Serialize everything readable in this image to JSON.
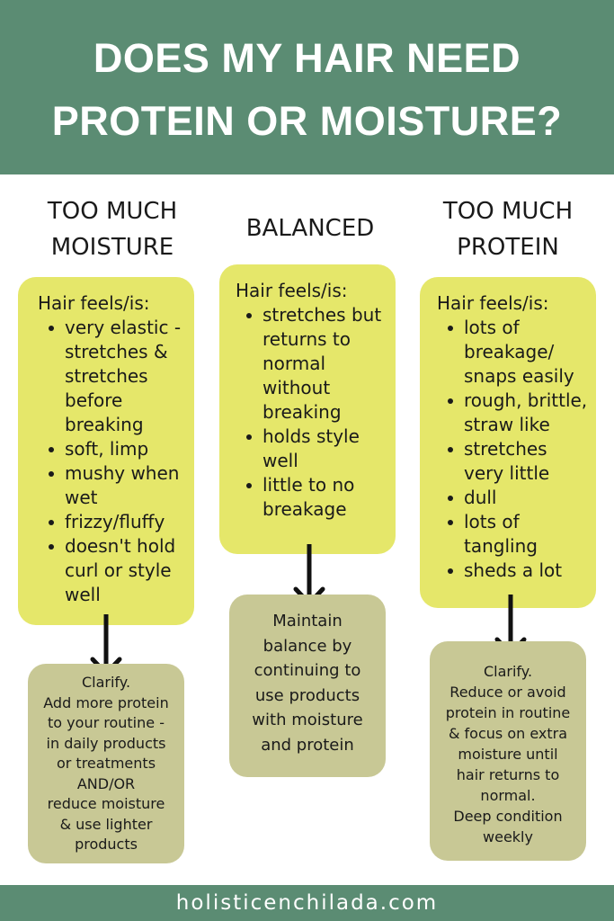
{
  "header": {
    "title_line1": "DOES MY HAIR NEED",
    "title_line2": "PROTEIN OR MOISTURE?"
  },
  "columns": [
    {
      "heading_line1": "TOO MUCH",
      "heading_line2": "MOISTURE",
      "intro": "Hair feels/is:",
      "items": [
        [
          "very elastic -",
          "stretches &",
          "stretches",
          "before",
          "breaking"
        ],
        [
          "soft, limp"
        ],
        [
          "mushy when",
          "wet"
        ],
        [
          "frizzy/fluffy"
        ],
        [
          "doesn't hold",
          "curl or style",
          "well"
        ]
      ],
      "action": [
        "Clarify.",
        "Add more protein",
        "to your routine -",
        "in daily products",
        "or treatments",
        "AND/OR",
        "reduce moisture",
        "& use lighter",
        "products"
      ]
    },
    {
      "heading_line1": "BALANCED",
      "heading_line2": "",
      "intro": "Hair feels/is:",
      "items": [
        [
          "stretches but",
          "returns to",
          "normal",
          "without",
          "breaking"
        ],
        [
          "holds style",
          "well"
        ],
        [
          "little to no",
          "breakage"
        ]
      ],
      "action": [
        "Maintain",
        "balance by",
        "continuing to",
        "use products",
        "with moisture",
        "and protein"
      ]
    },
    {
      "heading_line1": "TOO MUCH",
      "heading_line2": "PROTEIN",
      "intro": "Hair feels/is:",
      "items": [
        [
          "lots of",
          "breakage/",
          "snaps easily"
        ],
        [
          "rough, brittle,",
          "straw like"
        ],
        [
          "stretches",
          "very little"
        ],
        [
          "dull"
        ],
        [
          "lots of",
          "tangling"
        ],
        [
          "sheds a lot"
        ]
      ],
      "action": [
        "Clarify.",
        "Reduce or avoid",
        "protein in routine",
        "& focus on extra",
        "moisture until",
        "hair returns to",
        "normal.",
        "Deep condition",
        "weekly"
      ]
    }
  ],
  "footer": {
    "site": "holisticenchilada.com"
  },
  "colors": {
    "header_green": "#5b8c73",
    "yellow_box": "#e5e76a",
    "sage_box": "#c8c895"
  }
}
